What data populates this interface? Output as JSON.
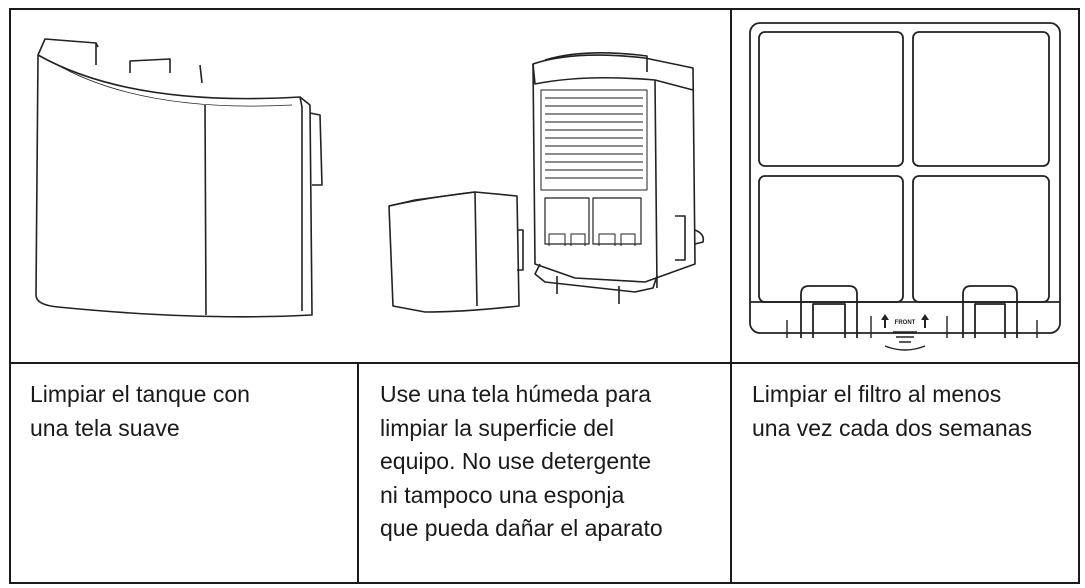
{
  "cells": [
    {
      "text_lines": [
        "Limpiar el tanque con",
        "una tela suave"
      ]
    },
    {
      "text_lines": [
        "Use una tela húmeda para",
        "limpiar la superficie del",
        "equipo. No use detergente",
        "ni tampoco una esponja",
        "que pueda dañar el aparato"
      ]
    },
    {
      "text_lines": [
        "Limpiar el filtro al menos",
        "una vez cada dos semanas"
      ]
    }
  ],
  "illustrations": {
    "left": "water-tank-illustration",
    "middle": "dehumidifier-with-tank-illustration",
    "right": "air-filter-illustration"
  },
  "filter_label": "FRONT"
}
